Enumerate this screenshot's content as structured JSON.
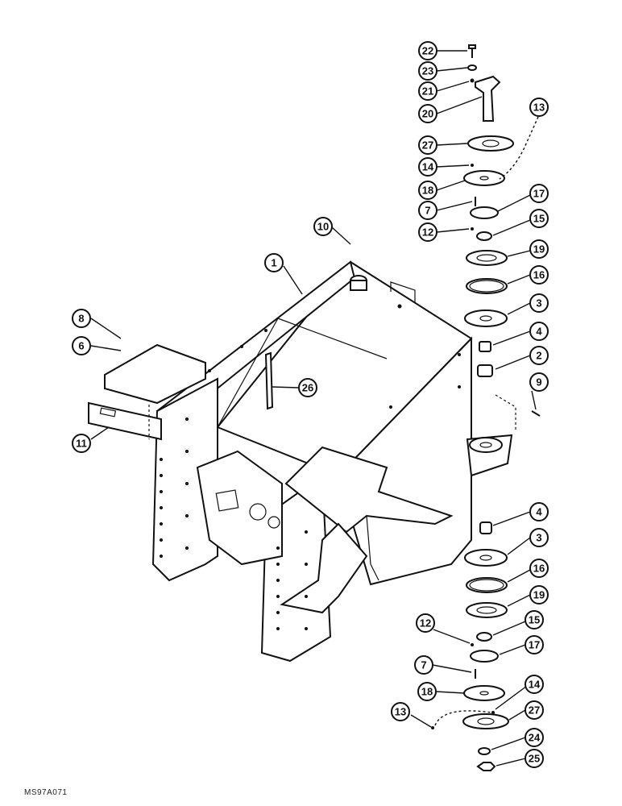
{
  "figure_code": "MS97A071",
  "callouts": [
    {
      "id": "c22",
      "label": "22"
    },
    {
      "id": "c23",
      "label": "23"
    },
    {
      "id": "c21",
      "label": "21"
    },
    {
      "id": "c20",
      "label": "20"
    },
    {
      "id": "c13a",
      "label": "13"
    },
    {
      "id": "c27a",
      "label": "27"
    },
    {
      "id": "c14a",
      "label": "14"
    },
    {
      "id": "c18a",
      "label": "18"
    },
    {
      "id": "c17a",
      "label": "17"
    },
    {
      "id": "c7a",
      "label": "7"
    },
    {
      "id": "c15a",
      "label": "15"
    },
    {
      "id": "c12a",
      "label": "12"
    },
    {
      "id": "c10",
      "label": "10"
    },
    {
      "id": "c19a",
      "label": "19"
    },
    {
      "id": "c1",
      "label": "1"
    },
    {
      "id": "c16a",
      "label": "16"
    },
    {
      "id": "c3a",
      "label": "3"
    },
    {
      "id": "c8",
      "label": "8"
    },
    {
      "id": "c6",
      "label": "6"
    },
    {
      "id": "c4a",
      "label": "4"
    },
    {
      "id": "c2",
      "label": "2"
    },
    {
      "id": "c26",
      "label": "26"
    },
    {
      "id": "c9",
      "label": "9"
    },
    {
      "id": "c11",
      "label": "11"
    },
    {
      "id": "c4b",
      "label": "4"
    },
    {
      "id": "c3b",
      "label": "3"
    },
    {
      "id": "c16b",
      "label": "16"
    },
    {
      "id": "c19b",
      "label": "19"
    },
    {
      "id": "c12b",
      "label": "12"
    },
    {
      "id": "c15b",
      "label": "15"
    },
    {
      "id": "c17b",
      "label": "17"
    },
    {
      "id": "c7b",
      "label": "7"
    },
    {
      "id": "c14b",
      "label": "14"
    },
    {
      "id": "c18b",
      "label": "18"
    },
    {
      "id": "c13b",
      "label": "13"
    },
    {
      "id": "c27b",
      "label": "27"
    },
    {
      "id": "c24",
      "label": "24"
    },
    {
      "id": "c25",
      "label": "25"
    }
  ]
}
